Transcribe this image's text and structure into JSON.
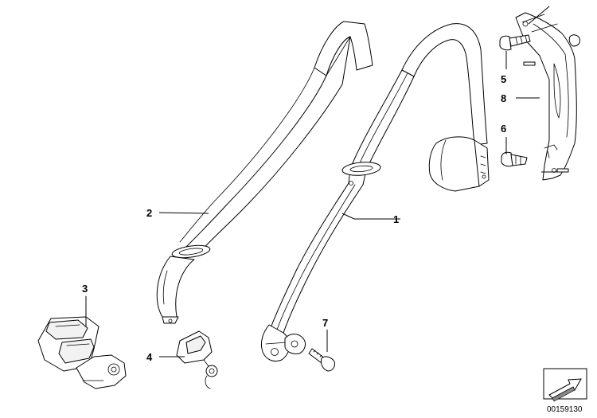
{
  "callouts": {
    "c1": "1",
    "c2": "2",
    "c3": "3",
    "c4": "4",
    "c5": "5",
    "c6": "6",
    "c7": "7",
    "c8": "8"
  },
  "reference_number": "00159130",
  "icons": {
    "nav_arrow": "arrow-icon"
  },
  "colors": {
    "line": "#000000",
    "background": "#ffffff"
  }
}
